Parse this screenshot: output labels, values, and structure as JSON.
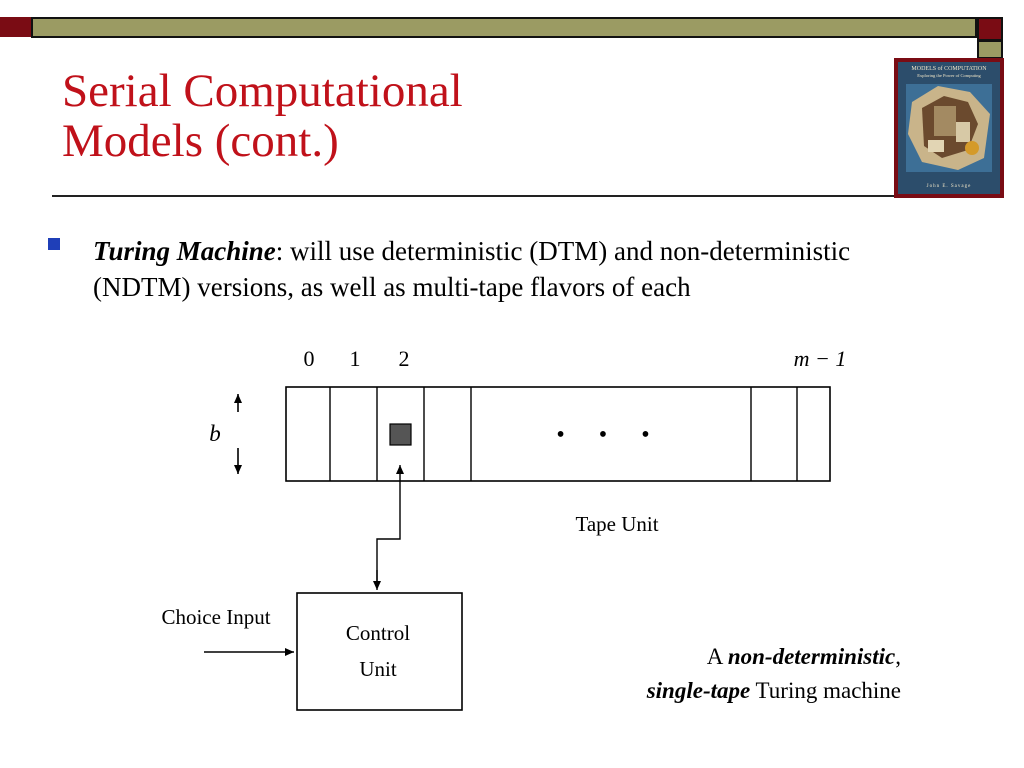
{
  "slide": {
    "title_line1": "Serial Computational",
    "title_line2": "Models (cont.)",
    "book": {
      "title": "MODELS of COMPUTATION",
      "subtitle": "Exploring the Power of Computing",
      "author": "John E. Savage"
    },
    "bullet": {
      "term": "Turing Machine",
      "text": ": will use deterministic (DTM) and non-deterministic (NDTM) versions, as well as multi-tape flavors of each"
    },
    "diagram": {
      "cell_labels": [
        "0",
        "1",
        "2"
      ],
      "last_cell_label": "m − 1",
      "height_label": "b",
      "ellipsis": "• • •",
      "tape_unit_label": "Tape Unit",
      "choice_input_label": "Choice Input",
      "control_unit_line1": "Control",
      "control_unit_line2": "Unit"
    },
    "caption": {
      "prefix": "A ",
      "em1": "non-deterministic",
      "mid": ",",
      "em2": "single-tape",
      "suffix": " Turing machine"
    }
  },
  "colors": {
    "title": "#c0111a",
    "bar_dark": "#7a0c14",
    "bar_olive": "#9b9b63",
    "bullet": "#1f3fb8",
    "head_square": "#555555"
  }
}
